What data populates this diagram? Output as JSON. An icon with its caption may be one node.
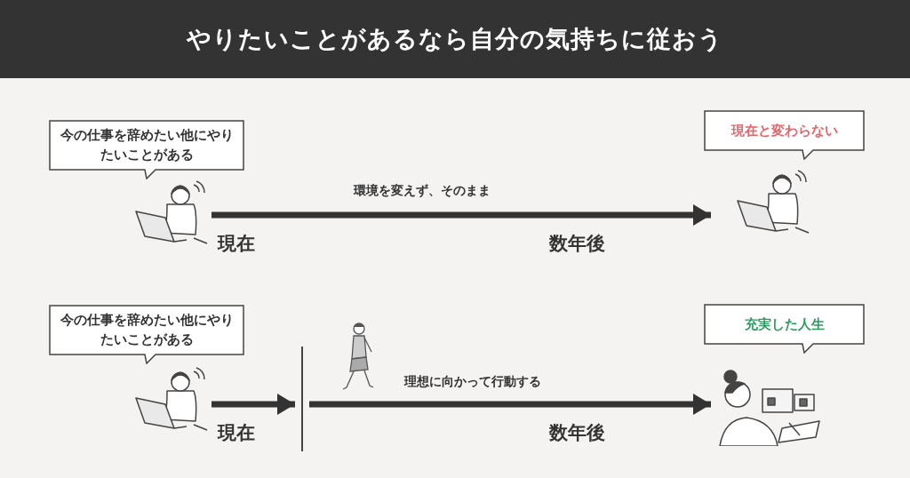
{
  "diagram": {
    "title": "やりたいことがあるなら自分の気持ちに従おう",
    "nodes": [
      {
        "text": [
          "今の仕事を辞めたい他にやりたいことがある"
        ]
      },
      {
        "text": [],
        "shape": "picture"
      },
      {
        "text": [
          "現在と変わらない"
        ]
      },
      {
        "text": [],
        "shape": "picture"
      },
      {
        "text": [
          "今の仕事を辞めたい他にやりたいことがある"
        ]
      },
      {
        "text": [],
        "shape": "picture"
      },
      {
        "text": [],
        "shape": "bar"
      },
      {
        "text": [
          "充実した人生"
        ]
      },
      {
        "text": [],
        "shape": "picture"
      }
    ],
    "edges": [
      {
        "from": 1,
        "to": 3,
        "arrow": "to",
        "label": "環境を変えず、そのまま"
      },
      {
        "from": 5,
        "to": 6,
        "arrow": "to"
      },
      {
        "from": 6,
        "to": 8,
        "arrow": "to",
        "label": "理想に向かって行動する"
      }
    ],
    "labels": [
      "現在",
      "数年後",
      "現在",
      "数年後"
    ]
  }
}
